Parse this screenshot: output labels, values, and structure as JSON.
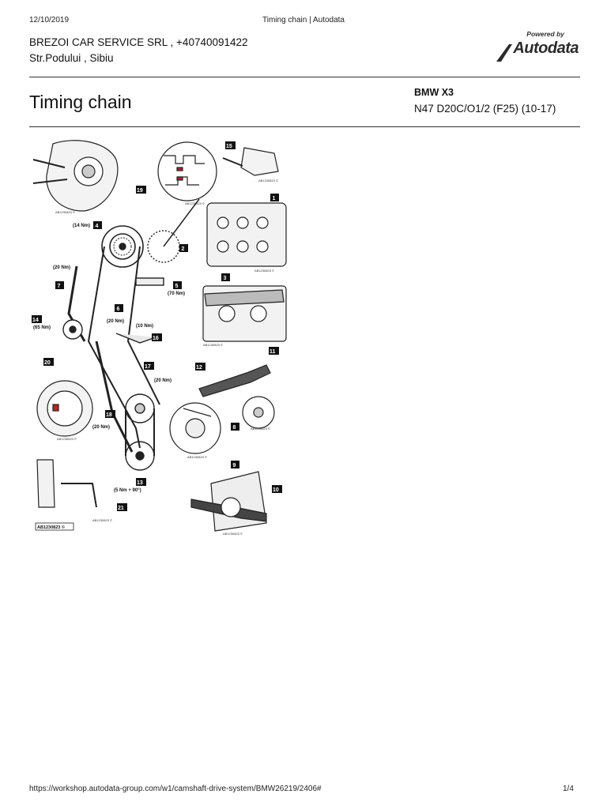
{
  "print_header": {
    "date": "12/10/2019",
    "page_title": "Timing chain | Autodata"
  },
  "company": {
    "name_line": "BREZOI CAR SERVICE SRL , +40740091422",
    "address_line": "Str.Podului , Sibiu"
  },
  "logo": {
    "powered_by": "Powered by",
    "brand": "Autodata"
  },
  "doc": {
    "title": "Timing chain",
    "model": "BMW X3",
    "engine": "N47 D20C/O1/2 (F25) (10-17)"
  },
  "diagram": {
    "ref": "AB1230823 ©",
    "callouts": [
      "1",
      "2",
      "3",
      "4",
      "5",
      "6",
      "7",
      "8",
      "9",
      "10",
      "11",
      "12",
      "13",
      "14",
      "15",
      "16",
      "17",
      "18",
      "19",
      "20",
      "21"
    ],
    "torques": {
      "t4": "(14 Nm)",
      "t_tensioner": "(20 Nm)",
      "t5": "(70 Nm)",
      "t6": "(20 Nm)",
      "t14": "(65 Nm)",
      "t16": "(10 Nm)",
      "t17": "(20 Nm)",
      "t18": "(20 Nm)",
      "t13": "(5 Nm + 90°)"
    }
  },
  "footer": {
    "url": "https://workshop.autodata-group.com/w1/camshaft-drive-system/BMW26219/2406#",
    "page": "1/4"
  }
}
